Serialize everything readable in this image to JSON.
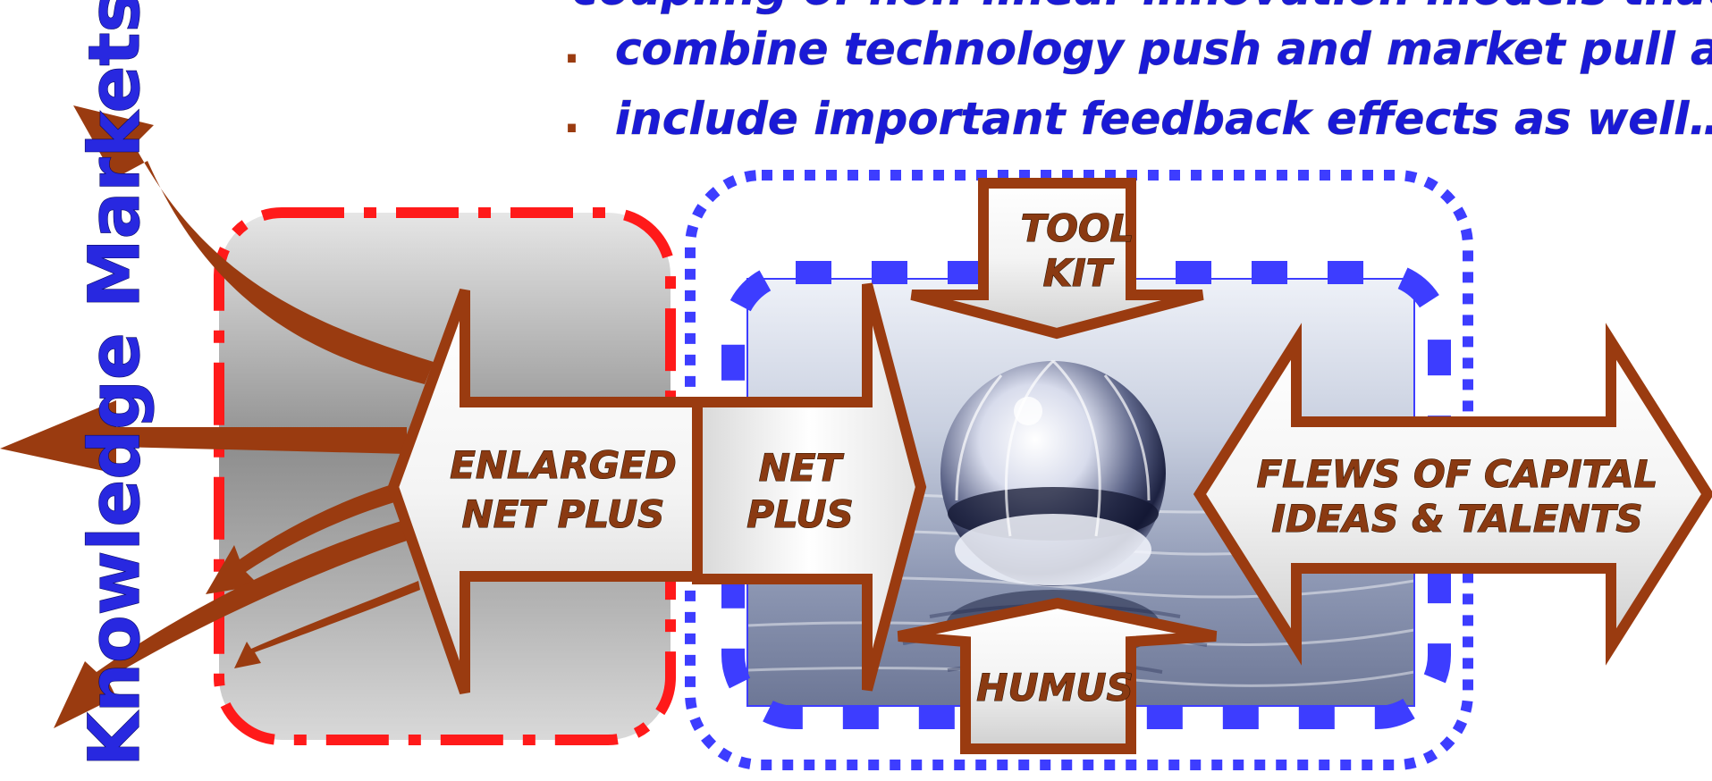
{
  "intro": {
    "line1": "coupling of non-linear innovation models that:",
    "line2": "combine technology push and market pull and",
    "line3": "include important feedback effects as well…",
    "bullet": "."
  },
  "labels": {
    "enlarged_line1": "ENLARGED",
    "enlarged_line2": "NET PLUS",
    "net_line1": "NET",
    "net_line2": "PLUS",
    "tool_line1": "TOOL",
    "tool_line2": "KIT",
    "humus": "HUMUS",
    "flews_line1": "FLEWS OF CAPITAL",
    "flews_line2": "IDEAS & TALENTS",
    "knowledge_markets": "Knowledge Markets"
  },
  "colors": {
    "brown": "#9a3b10",
    "dark_brown": "#8a3a12",
    "red_dash": "#ff1a1a",
    "blue_dot": "#3d3dff",
    "text_blue": "#1a1ad6",
    "gray_box": "#bdbdbd"
  },
  "icons": {
    "center_image": "crystal-ball-on-water"
  }
}
